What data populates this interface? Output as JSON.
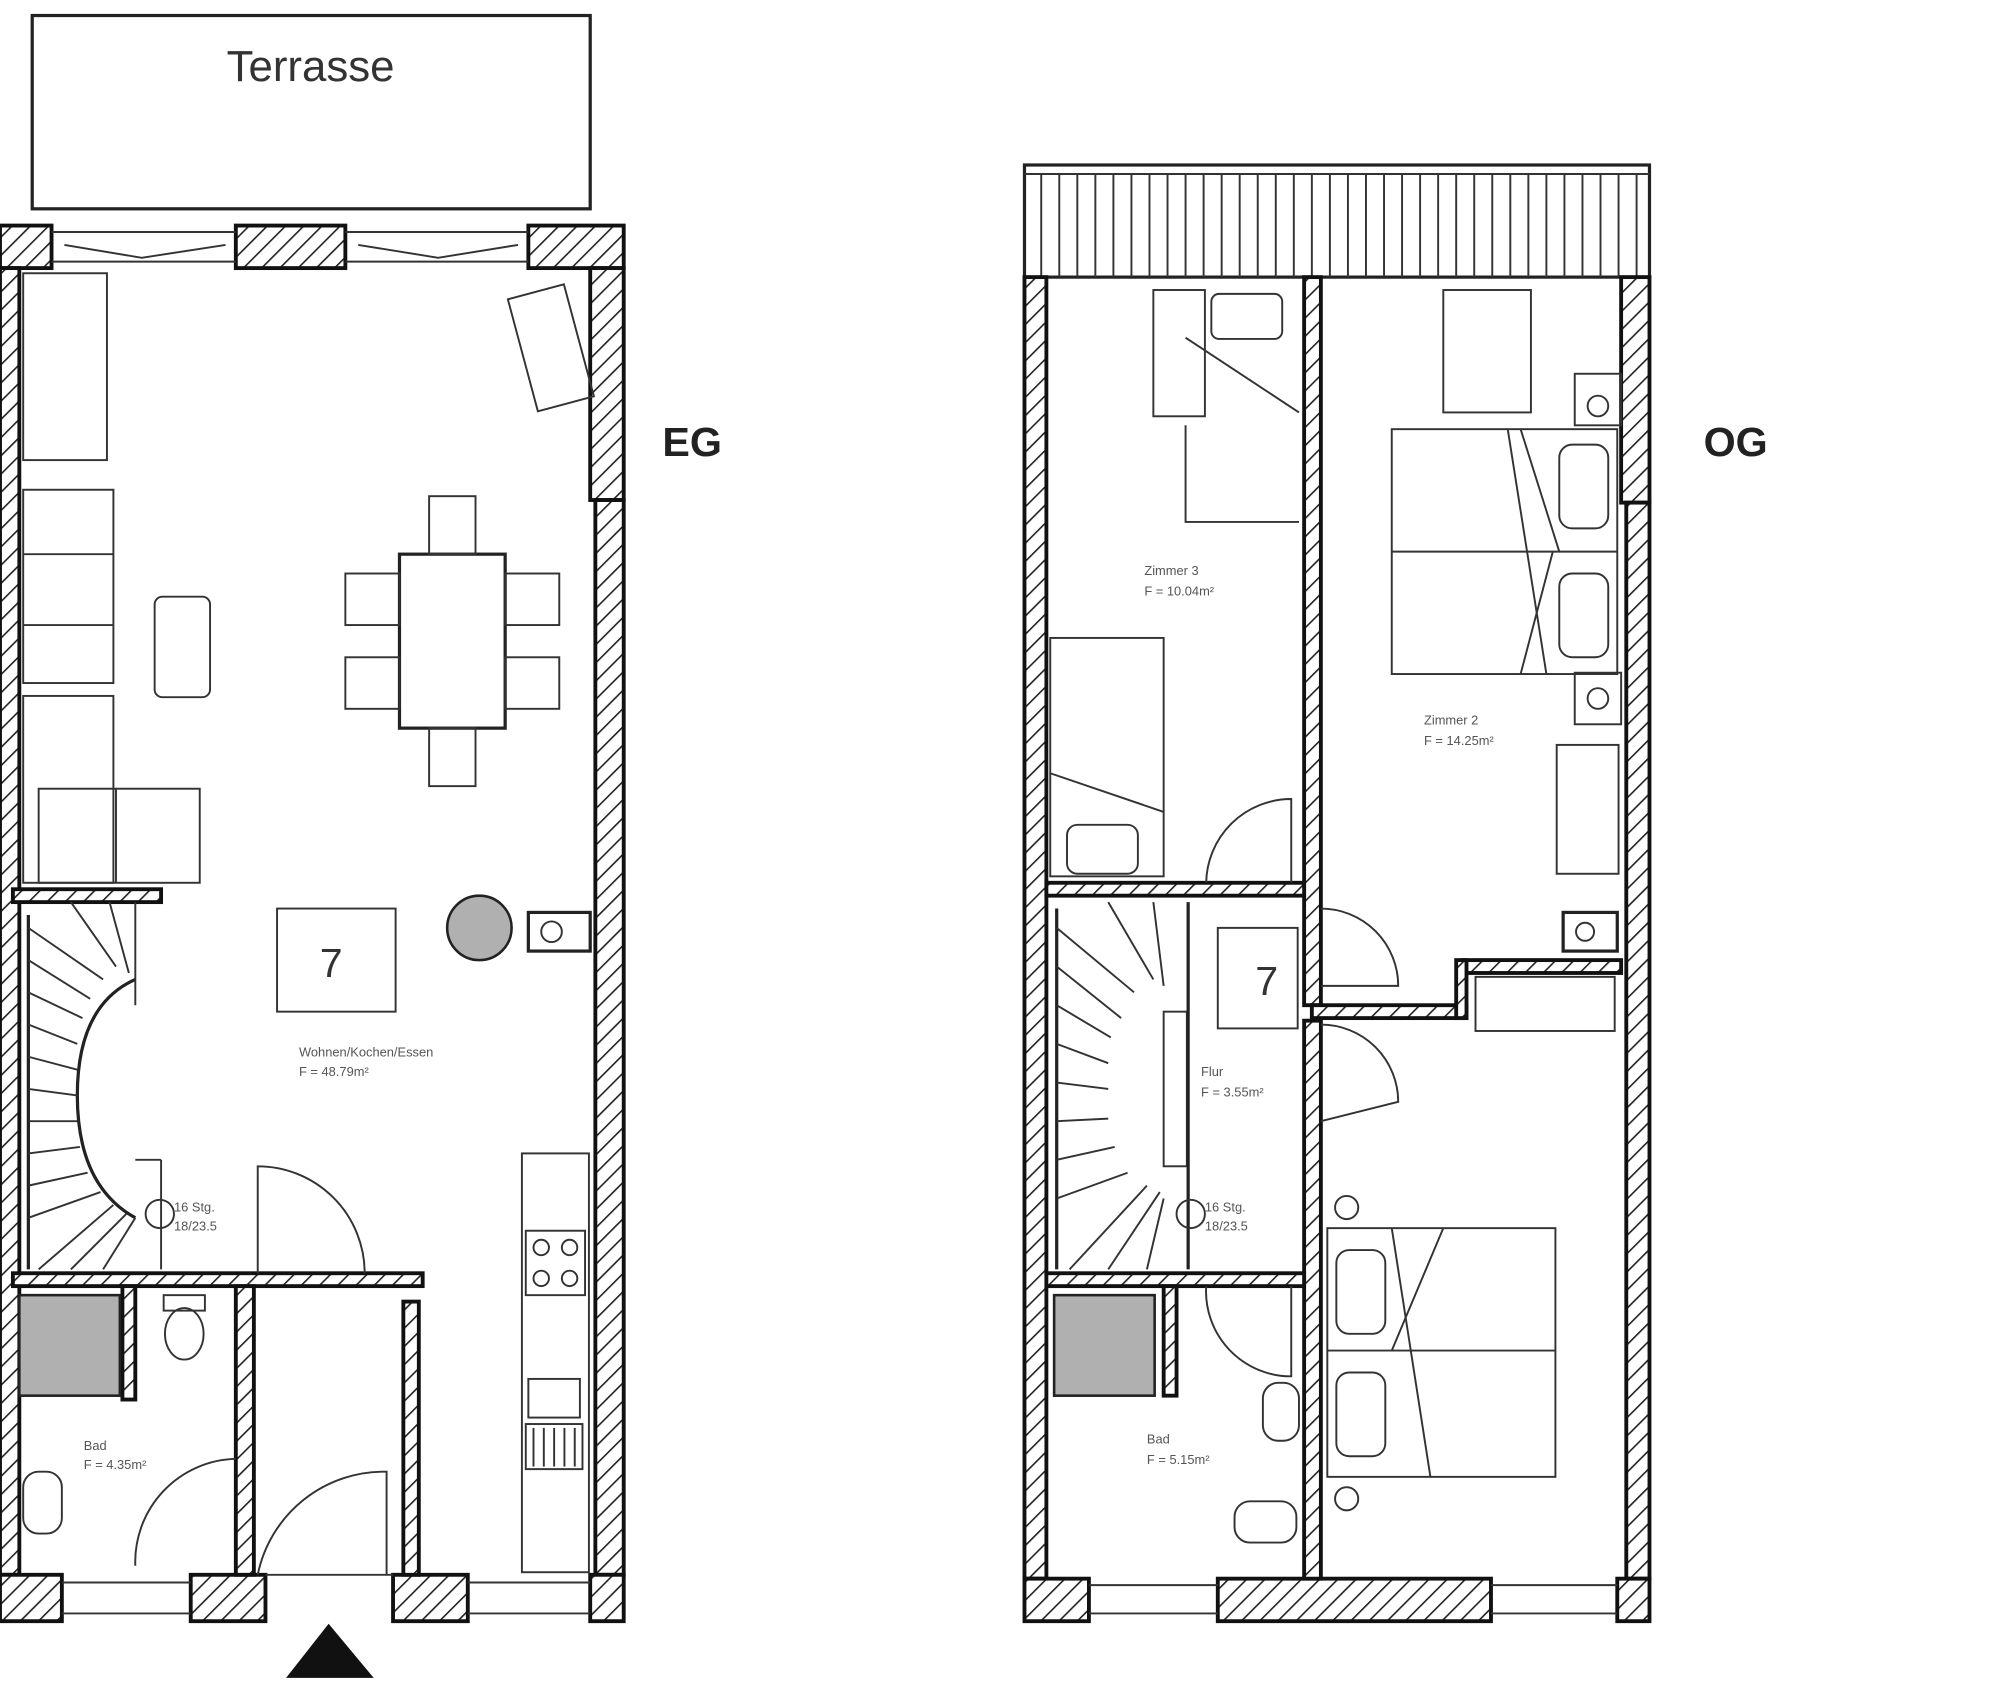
{
  "terrace_label": "Terrasse",
  "floors": {
    "eg": {
      "label": "EG",
      "unit_number": "7",
      "rooms": [
        {
          "name": "Wohnen/Kochen/Essen",
          "area": "F = 48.79m²"
        },
        {
          "name": "Bad",
          "area": "F = 4.35m²"
        }
      ],
      "stair_note": {
        "line1": "16 Stg.",
        "line2": "18/23.5"
      }
    },
    "og": {
      "label": "OG",
      "unit_number": "7",
      "rooms": [
        {
          "name": "Zimmer 3",
          "area": "F = 10.04m²"
        },
        {
          "name": "Zimmer 2",
          "area": "F = 14.25m²"
        },
        {
          "name": "Flur",
          "area": "F = 3.55m²"
        },
        {
          "name": "Bad",
          "area": "F = 5.15m²"
        }
      ],
      "stair_note": {
        "line1": "16 Stg.",
        "line2": "18/23.5"
      }
    }
  },
  "colors": {
    "line": "#222222",
    "fill_grey": "#b0b0b0"
  }
}
